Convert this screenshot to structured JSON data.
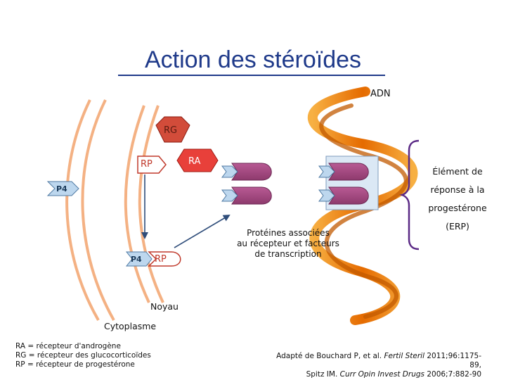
{
  "title": "Action des stéroïdes",
  "labels": {
    "adn": "ADN",
    "rg": "RG",
    "ra": "RA",
    "rp_top": "RP",
    "p4_top": "P4",
    "p4_bottom": "P4",
    "rp_bottom": "RP",
    "noyau": "Noyau",
    "cytoplasme": "Cytoplasme",
    "proteines": [
      "Protéines associées",
      "au récepteur et facteurs",
      "de transcription"
    ],
    "erp": [
      "Élément de",
      "réponse à la",
      "progestérone",
      "(ERP)"
    ]
  },
  "legend": [
    "RA = récepteur d'androgène",
    "RG = récepteur des glucocorticoïdes",
    "RP = récepteur de progestérone"
  ],
  "reference": {
    "line1_prefix": "Adapté de Bouchard P, et al.",
    "line1_journal": "Fertil Steril",
    "line1_suffix": "2011;96:1175-89,",
    "line2_prefix": "Spitz IM.",
    "line2_journal": "Curr Opin Invest Drugs",
    "line2_suffix": "2006;7:882-90"
  },
  "colors": {
    "title": "#1f3a8a",
    "membrane": "#f4b183",
    "nucleus_membrane": "#f4b183",
    "receptor_red": "#c0392b",
    "receptor_ra": "#e8403a",
    "receptor_fill": "#a84c86",
    "dna": "#f39c12",
    "dna_dark": "#b35500",
    "hormone": "#9dc3e6",
    "arrow": "#2f4d7a"
  }
}
